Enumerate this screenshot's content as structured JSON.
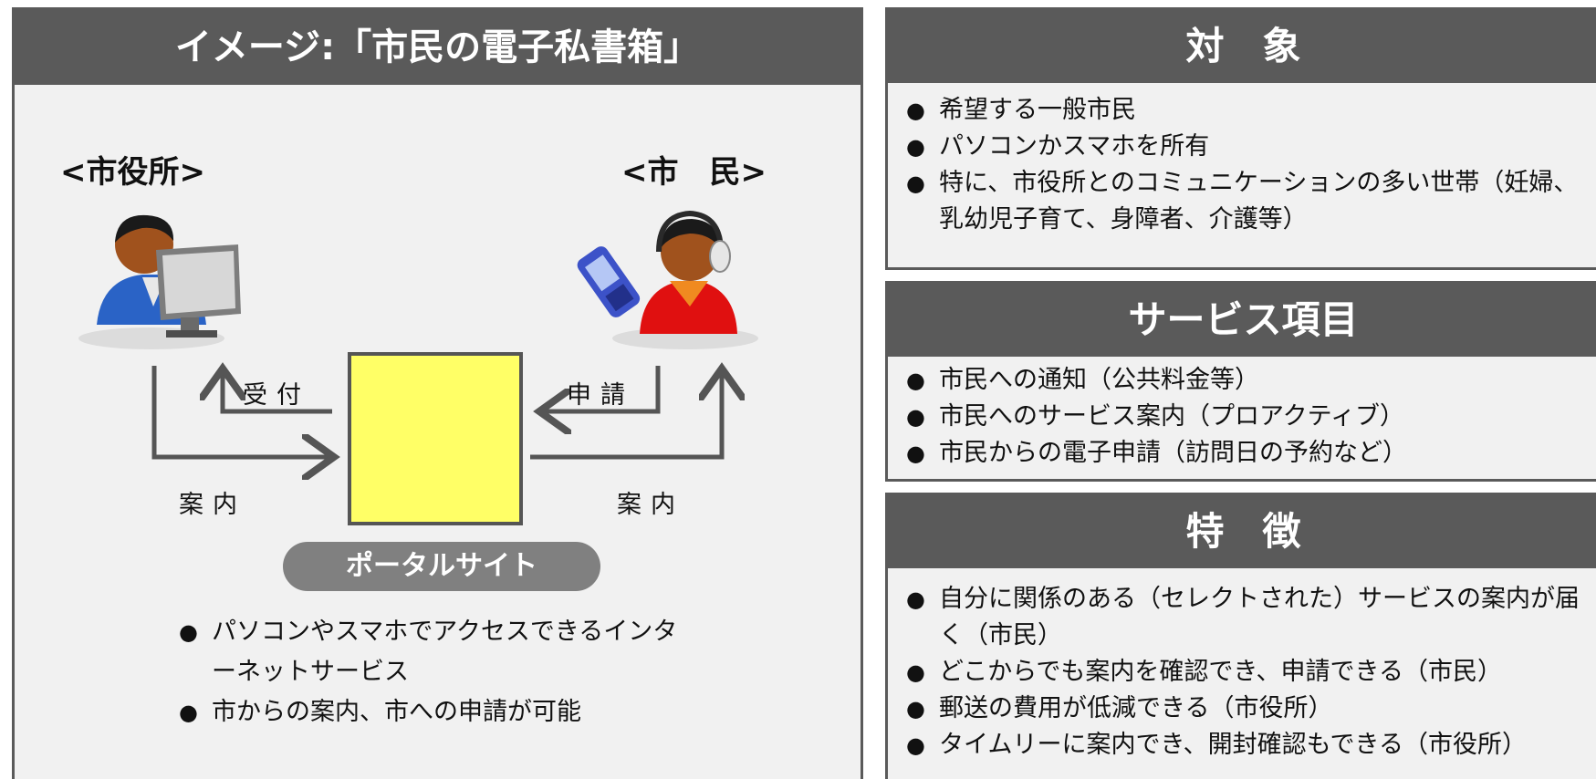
{
  "left": {
    "title": "イメージ:「市民の電子私書箱」",
    "city_hall_label": "<市役所>",
    "citizen_label": "<市　民>",
    "arrow_uketsuke": "受付",
    "arrow_shinsei": "申請",
    "arrow_annai_left": "案内",
    "arrow_annai_right": "案内",
    "portal_label": "ポータルサイト",
    "portal_bullets": [
      "パソコンやスマホでアクセスできるインターネットサービス",
      "市からの案内、市への申請が可能"
    ]
  },
  "target": {
    "title": "対　象",
    "items": [
      "希望する一般市民",
      "パソコンかスマホを所有",
      "特に、市役所とのコミュニケーションの多い世帯（妊婦、乳幼児子育て、身障者、介護等）"
    ]
  },
  "service": {
    "title": "サービス項目",
    "items": [
      "市民への通知（公共料金等）",
      "市民へのサービス案内（プロアクティブ）",
      "市民からの電子申請（訪問日の予約など）"
    ]
  },
  "feature": {
    "title": "特　徴",
    "items": [
      "自分に関係のある（セレクトされた）サービスの案内が届く（市民）",
      "どこからでも案内を確認でき、申請できる（市民）",
      "郵送の費用が低減できる（市役所）",
      "タイムリーに案内でき、開封確認もできる（市役所）"
    ]
  },
  "colors": {
    "header_bg": "#5a5a5a",
    "panel_bg": "#f1f1f1",
    "portal_box": "#ffff66",
    "pill_bg": "#808080"
  }
}
